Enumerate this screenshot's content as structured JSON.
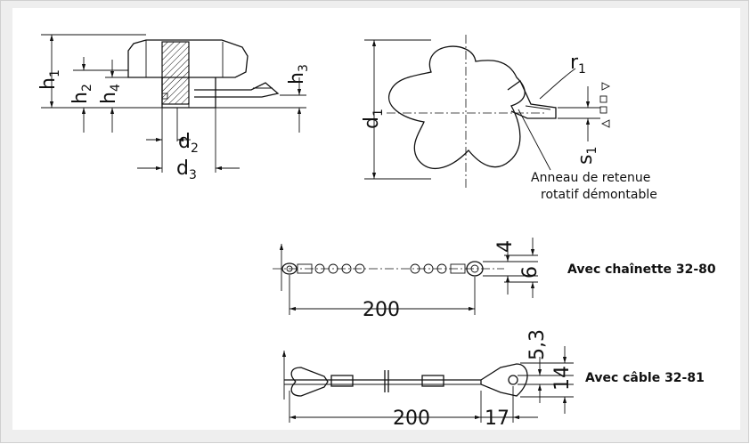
{
  "dims": {
    "h1": {
      "base": "h",
      "sub": "1"
    },
    "h2": {
      "base": "h",
      "sub": "2"
    },
    "h3": {
      "base": "h",
      "sub": "3"
    },
    "h4": {
      "base": "h",
      "sub": "4"
    },
    "d1": {
      "base": "d",
      "sub": "1"
    },
    "d2": {
      "base": "d",
      "sub": "2"
    },
    "d3": {
      "base": "d",
      "sub": "3"
    },
    "r1": {
      "base": "r",
      "sub": "1"
    },
    "s1": {
      "base": "s",
      "sub": "1"
    }
  },
  "callout": {
    "line1": "Anneau de retenue",
    "line2": "rotatif démontable"
  },
  "chain": {
    "caption": "Avec chaînette 32-80",
    "length": "200",
    "dim_small": "4",
    "dim_height": "6"
  },
  "cable": {
    "caption": "Avec câble 32-81",
    "length": "200",
    "dim_eye": "17",
    "dim_hole": "5,3",
    "dim_height": "14"
  },
  "colors": {
    "background": "#eeeeee",
    "panel": "#ffffff",
    "ink": "#111111"
  }
}
